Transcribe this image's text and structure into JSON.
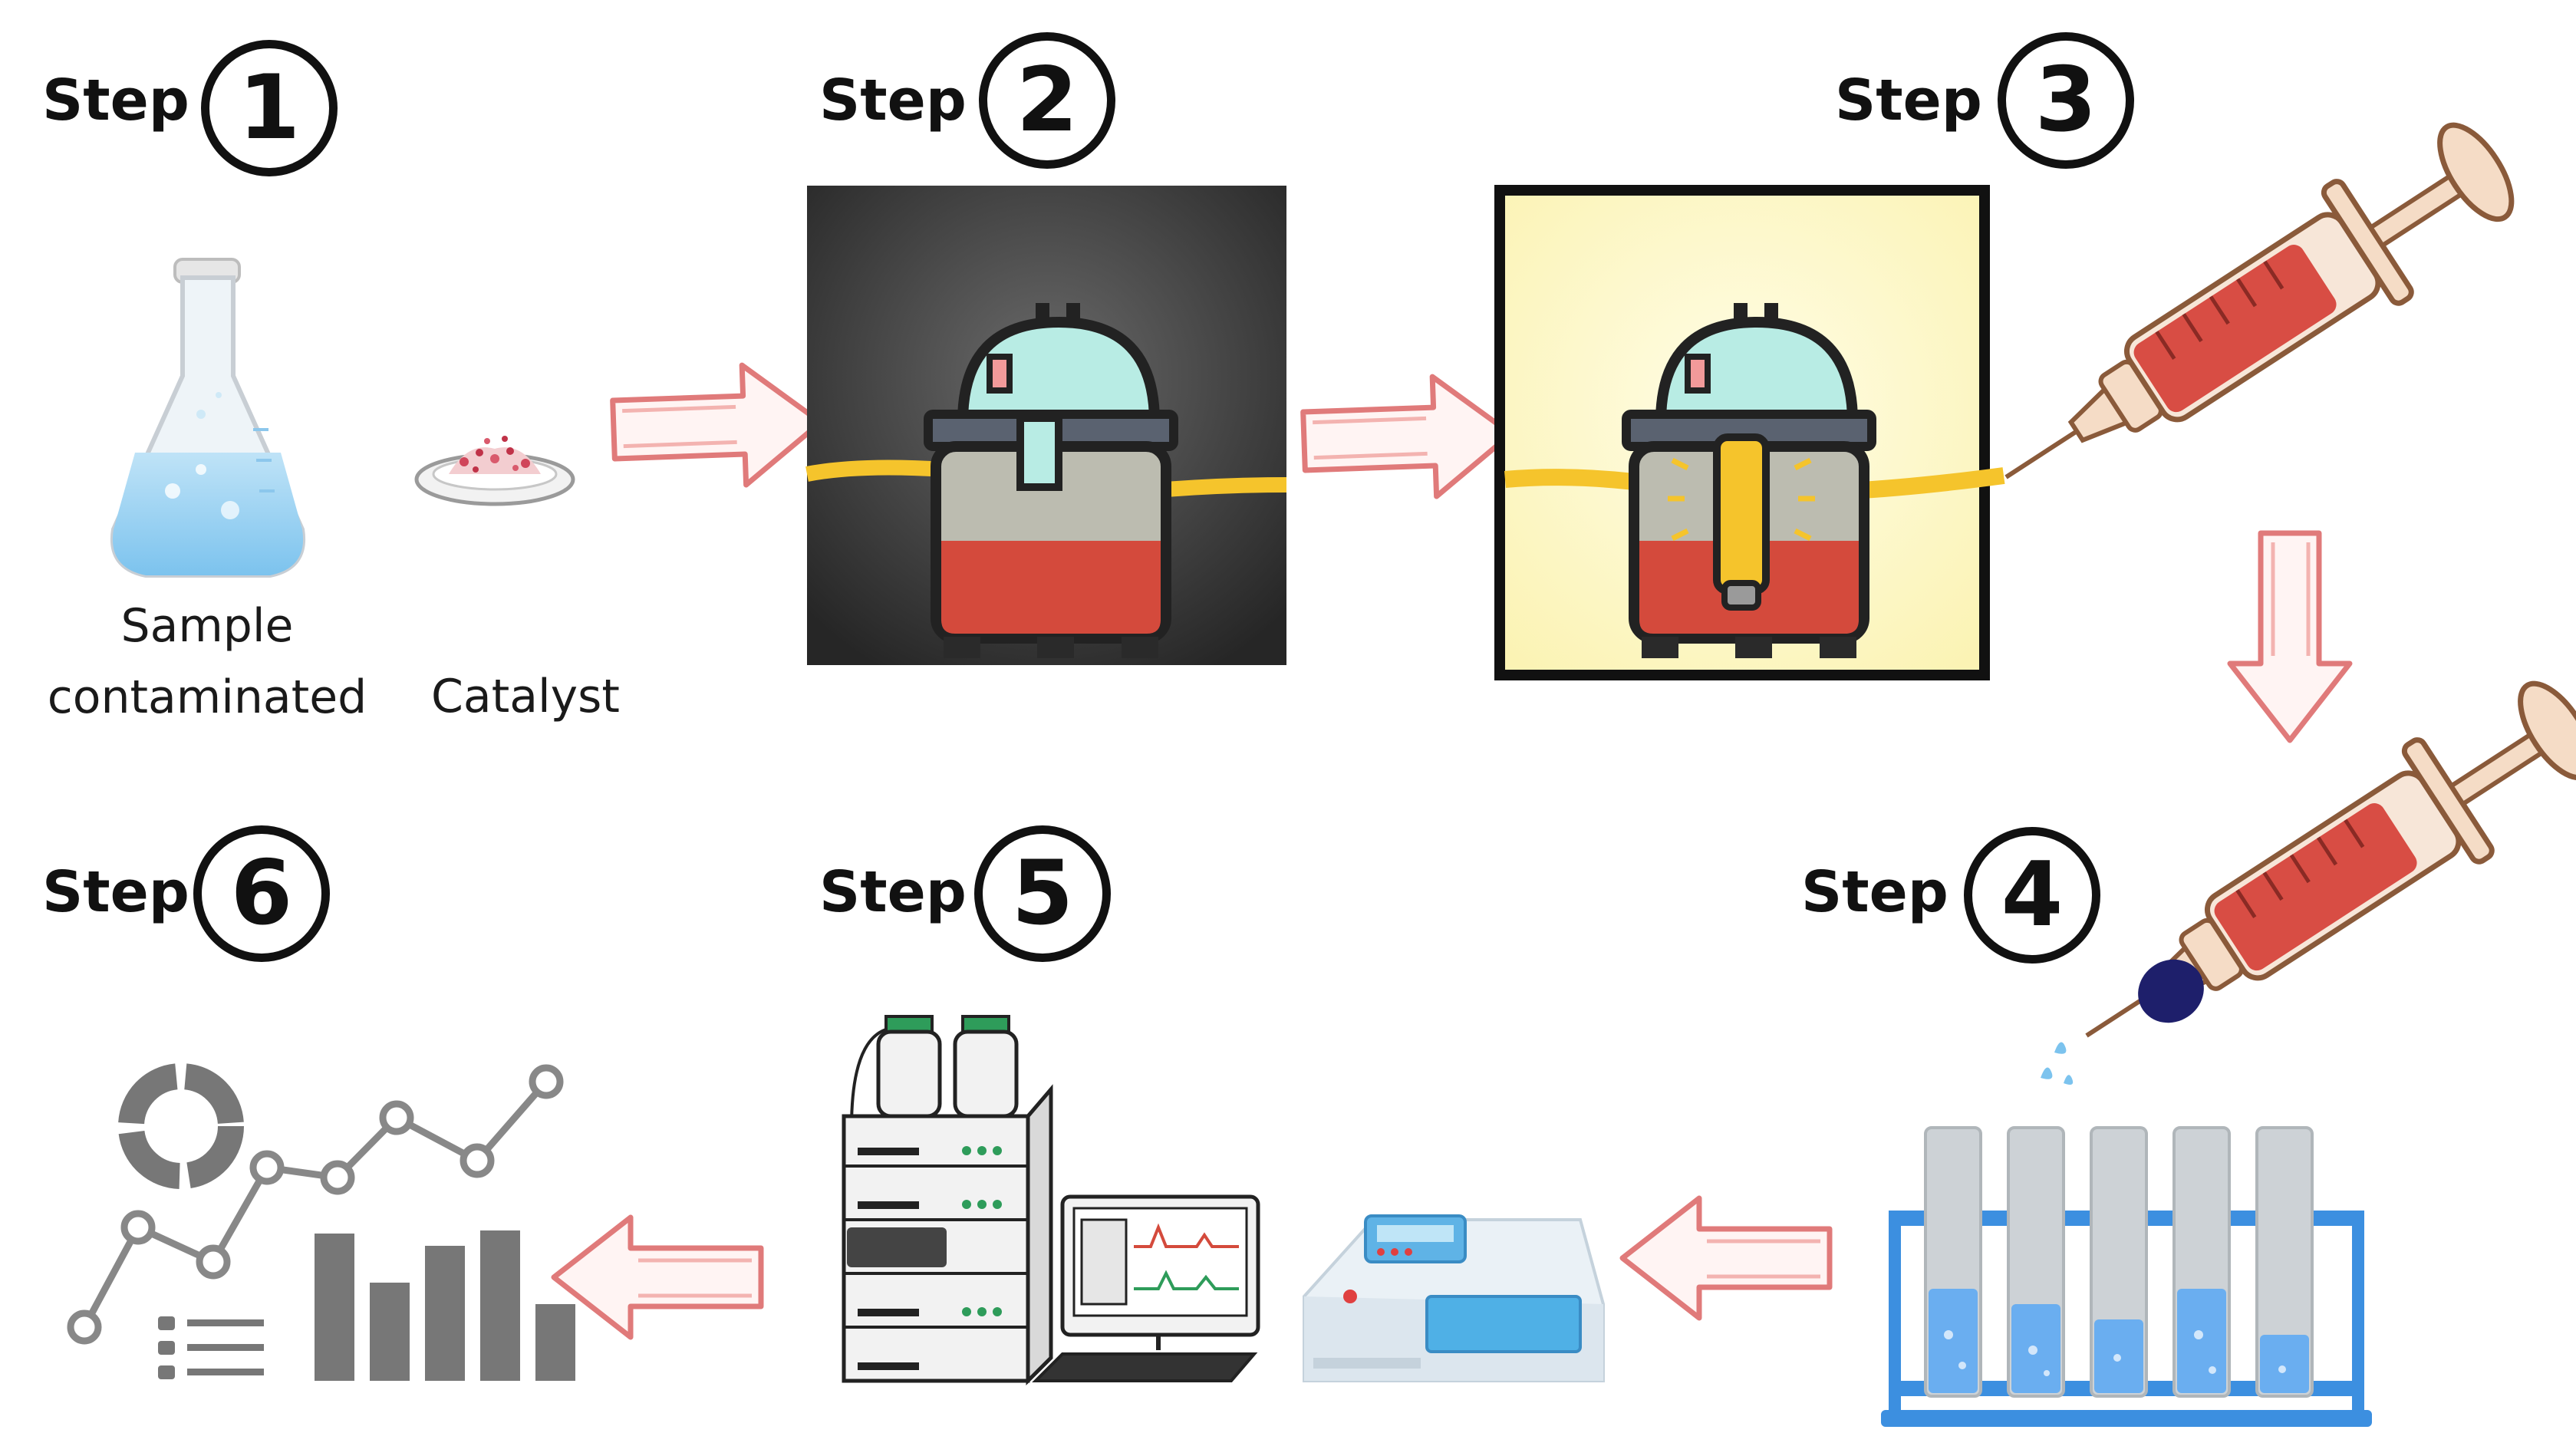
{
  "steps": [
    {
      "label": "Step",
      "number": "1"
    },
    {
      "label": "Step",
      "number": "2"
    },
    {
      "label": "Step",
      "number": "3"
    },
    {
      "label": "Step",
      "number": "4"
    },
    {
      "label": "Step",
      "number": "5"
    },
    {
      "label": "Step",
      "number": "6"
    }
  ],
  "captions": {
    "sample_line1": "Sample",
    "sample_line2": "contaminated",
    "catalyst": "Catalyst"
  },
  "icons": {
    "flask": "erlenmeyer-flask-icon",
    "catalyst": "catalyst-dish-icon",
    "reactor_dark": "photoreactor-dark-icon",
    "reactor_light": "photoreactor-illuminated-icon",
    "syringe": "syringe-icon",
    "syringe_filter": "syringe-filter-icon",
    "test_tubes": "test-tube-rack-icon",
    "spectrophotometer": "spectrophotometer-icon",
    "hplc": "hplc-system-icon",
    "analytics": "data-analysis-icon",
    "arrow": "flow-arrow-icon"
  },
  "colors": {
    "liquid_red": "#d44a3c",
    "dome_cyan": "#b8ece4",
    "light_rail": "#f5c42c",
    "light_bg": "#fdf8c8",
    "dark_bg": "#3a3a3a",
    "arrow_stroke": "#e07a7a",
    "test_tube_blue": "#3c8fe0"
  }
}
